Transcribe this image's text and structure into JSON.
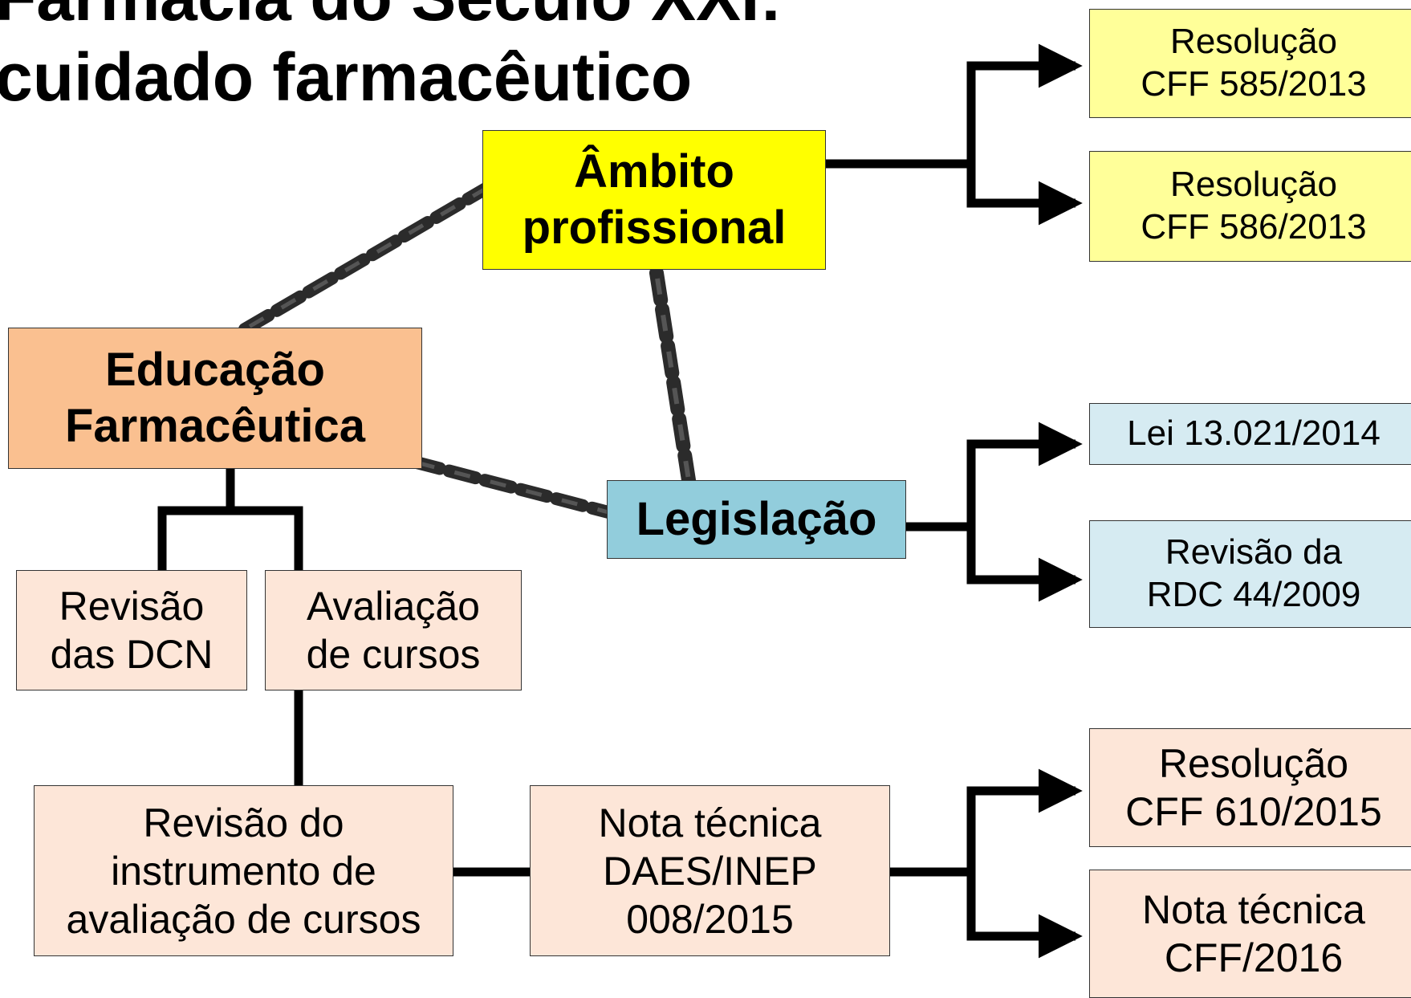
{
  "title": {
    "line1": "Farmácia do Século XXI:",
    "line2": "cuidado farmacêutico"
  },
  "nodes": {
    "ambito": "Âmbito\nprofissional",
    "educacao": "Educação\nFarmacêutica",
    "legislacao": "Legislação",
    "res585": "Resolução\nCFF 585/2013",
    "res586": "Resolução\nCFF 586/2013",
    "lei13021": "Lei 13.021/2014",
    "rdc44": "Revisão da\nRDC 44/2009",
    "dcn": "Revisão\ndas DCN",
    "avaliacao": "Avaliação\nde cursos",
    "instrumento": "Revisão do\ninstrumento de\navaliação de cursos",
    "nota_daes": "Nota técnica\nDAES/INEP\n008/2015",
    "res610": "Resolução\nCFF 610/2015",
    "nota_cff": "Nota técnica\nCFF/2016"
  },
  "colors": {
    "ambito": "#ffff00",
    "educacao": "#fac090",
    "legislacao": "#92cddc",
    "yellow_light": "#ffff99",
    "blue_light": "#d6ebf2",
    "peach_light": "#fde6d8",
    "connector": "#000000",
    "chain": "#2b2b2b"
  }
}
